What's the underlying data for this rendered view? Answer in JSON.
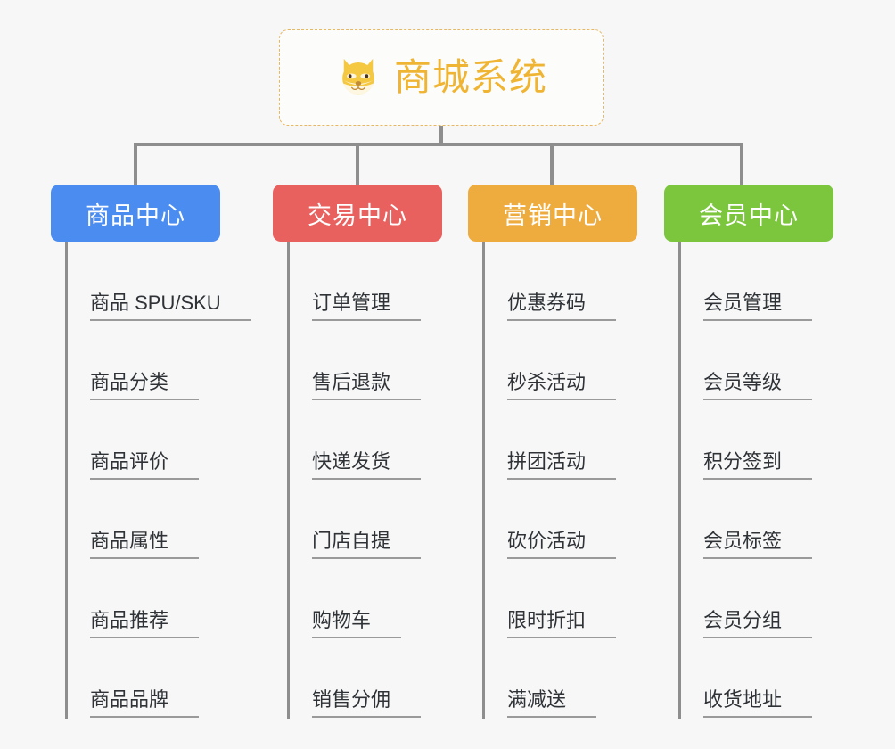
{
  "root": {
    "title": "商城系统",
    "icon": "shiba-dog-emoji",
    "border_color": "#e8b761",
    "text_color": "#f0b433",
    "background": "#fcfcfa"
  },
  "canvas": {
    "background": "#f7f7f7",
    "connector_color": "#8e8e8e"
  },
  "columns": [
    {
      "title": "商品中心",
      "color": "#4a8cf0",
      "items": [
        "商品 SPU/SKU",
        "商品分类",
        "商品评价",
        "商品属性",
        "商品推荐",
        "商品品牌"
      ]
    },
    {
      "title": "交易中心",
      "color": "#e8615e",
      "items": [
        "订单管理",
        "售后退款",
        "快递发货",
        "门店自提",
        "购物车",
        "销售分佣"
      ]
    },
    {
      "title": "营销中心",
      "color": "#eeab3e",
      "items": [
        "优惠券码",
        "秒杀活动",
        "拼团活动",
        "砍价活动",
        "限时折扣",
        "满减送"
      ]
    },
    {
      "title": "会员中心",
      "color": "#7cc63e",
      "items": [
        "会员管理",
        "会员等级",
        "积分签到",
        "会员标签",
        "会员分组",
        "收货地址"
      ]
    }
  ]
}
